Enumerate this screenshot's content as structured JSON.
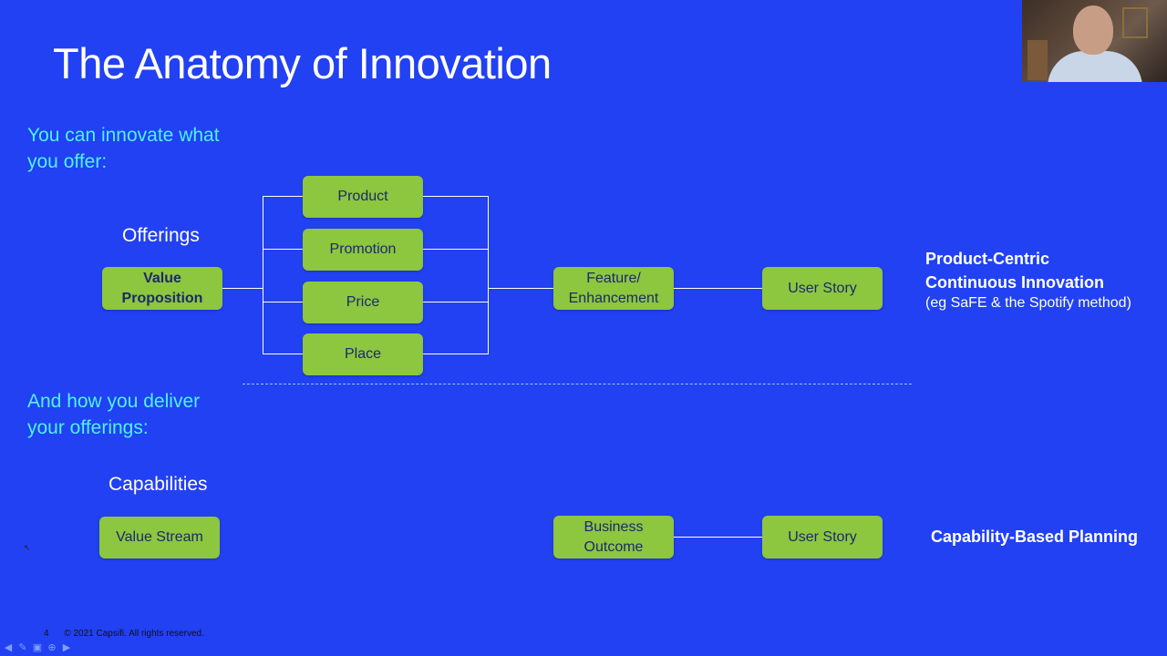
{
  "slide": {
    "title": "The Anatomy of Innovation",
    "intro_offer": [
      "You can innovate what",
      "you offer:"
    ],
    "intro_deliver": [
      "And how you deliver",
      "your offerings:"
    ],
    "offerings_label": "Offerings",
    "capabilities_label": "Capabilities",
    "value_proposition": [
      "Value",
      "Proposition"
    ],
    "marketing_mix": [
      "Product",
      "Promotion",
      "Price",
      "Place"
    ],
    "feature_enhancement": [
      "Feature/",
      "Enhancement"
    ],
    "user_story_top": "User Story",
    "value_stream": "Value Stream",
    "business_outcome": [
      "Business",
      "Outcome"
    ],
    "user_story_bottom": "User Story",
    "product_centric": {
      "line1": "Product-Centric",
      "line2": "Continuous Innovation",
      "sub": "(eg SaFE & the Spotify method)"
    },
    "capability_planning": "Capability-Based Planning"
  },
  "footer": {
    "page_number": "4",
    "copyright": "© 2021 Capsifi. All rights reserved."
  },
  "navigation": {
    "icons": [
      "arrow-left-icon",
      "pen-icon",
      "slides-icon",
      "zoom-icon",
      "arrow-right-icon"
    ]
  },
  "colors": {
    "background": "#2141f2",
    "box_fill": "#8dc63f",
    "box_text": "#1b2a6b",
    "cyan_text": "#4ff2f5"
  }
}
